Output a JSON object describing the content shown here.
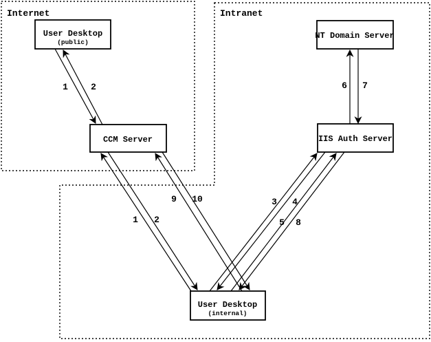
{
  "diagram": {
    "internet_zone": {
      "label": "Internet"
    },
    "intranet_zone": {
      "label": "Intranet"
    },
    "nodes": {
      "user_desktop_public": {
        "title": "User Desktop",
        "subtitle": "(public)"
      },
      "ccm_server": {
        "title": "CCM Server"
      },
      "nt_domain_server": {
        "title": "NT Domain Server"
      },
      "iis_auth_server": {
        "title": "IIS Auth Server"
      },
      "user_desktop_internal": {
        "title": "User Desktop",
        "subtitle": "(internal)"
      }
    },
    "connections": [
      {
        "step": "1",
        "from": "User Desktop (public)",
        "to": "CCM Server"
      },
      {
        "step": "2",
        "from": "CCM Server",
        "to": "User Desktop (public)"
      },
      {
        "step": "1",
        "from": "User Desktop (internal)",
        "to": "CCM Server"
      },
      {
        "step": "2",
        "from": "CCM Server",
        "to": "User Desktop (internal)"
      },
      {
        "step": "9",
        "from": "User Desktop (internal)",
        "to": "CCM Server"
      },
      {
        "step": "10",
        "from": "CCM Server",
        "to": "User Desktop (internal)"
      },
      {
        "step": "3",
        "from": "User Desktop (internal)",
        "to": "IIS Auth Server"
      },
      {
        "step": "4",
        "from": "IIS Auth Server",
        "to": "User Desktop (internal)"
      },
      {
        "step": "5",
        "from": "User Desktop (internal)",
        "to": "IIS Auth Server"
      },
      {
        "step": "8",
        "from": "IIS Auth Server",
        "to": "User Desktop (internal)"
      },
      {
        "step": "6",
        "from": "IIS Auth Server",
        "to": "NT Domain Server"
      },
      {
        "step": "7",
        "from": "NT Domain Server",
        "to": "IIS Auth Server"
      }
    ],
    "colors": {
      "ink": "#000000",
      "background": "#ffffff"
    }
  }
}
